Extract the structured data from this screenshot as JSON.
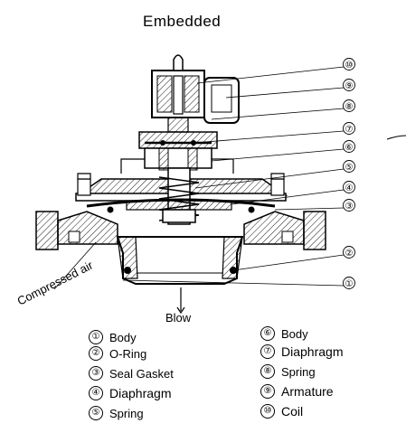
{
  "title": "Embedded",
  "inlet_label": "Compressed air",
  "outlet_label": "Blow",
  "callouts": [
    "⑩",
    "⑨",
    "⑧",
    "⑦",
    "⑥",
    "⑤",
    "④",
    "③",
    "②",
    "①"
  ],
  "legend": [
    {
      "num": "①",
      "name": "Body"
    },
    {
      "num": "②",
      "name": "O-Ring"
    },
    {
      "num": "③",
      "name": "Seal Gasket"
    },
    {
      "num": "④",
      "name": "Diaphragm"
    },
    {
      "num": "⑤",
      "name": "Spring"
    },
    {
      "num": "⑥",
      "name": "Body"
    },
    {
      "num": "⑦",
      "name": "Diaphragm"
    },
    {
      "num": "⑧",
      "name": "Spring"
    },
    {
      "num": "⑨",
      "name": "Armature"
    },
    {
      "num": "⑩",
      "name": "Coil"
    }
  ]
}
